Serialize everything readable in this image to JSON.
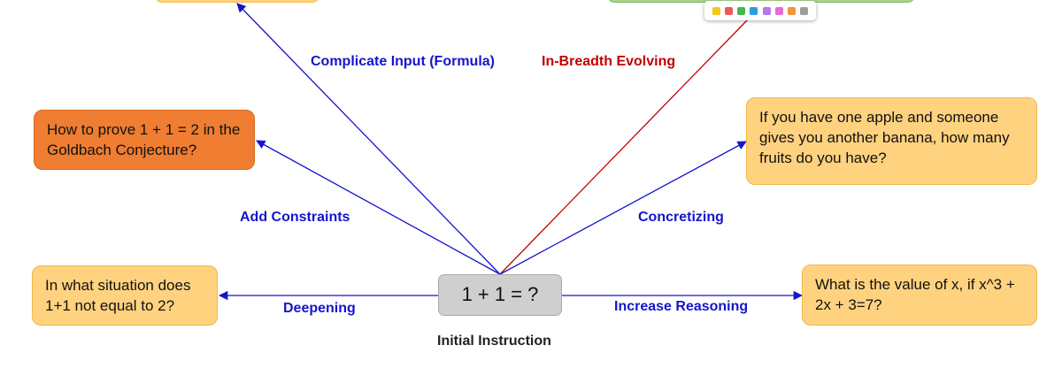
{
  "center": {
    "text": "1 + 1 = ?",
    "caption": "Initial Instruction"
  },
  "nodes": {
    "deepening_result": "In what situation does 1+1 not equal to 2?",
    "constraints_result": "How to prove 1 + 1 = 2 in the Goldbach Conjecture?",
    "concretizing_result": "If you have one apple and someone gives you another banana, how many fruits do you have?",
    "reasoning_result": "What is the value of x, if x^3 + 2x + 3=7?"
  },
  "edges": {
    "deepening": "Deepening",
    "add_constraints": "Add Constraints",
    "complicate_input": "Complicate Input (Formula)",
    "in_breadth": "In-Breadth Evolving",
    "concretizing": "Concretizing",
    "increase_reasoning": "Increase Reasoning"
  },
  "colors": {
    "in_depth_arrow": "#1515cc",
    "in_breadth_arrow": "#c00000",
    "light_box": "#ffd27f",
    "dark_box": "#ef7d32",
    "green_box": "#a9d48b",
    "center_box": "#cfcfcf"
  },
  "palette_colors": [
    "#f5c518",
    "#ee5a5a",
    "#46b84c",
    "#2f9be0",
    "#b07ae8",
    "#e46bd8",
    "#f0953a",
    "#9e9e9e"
  ]
}
